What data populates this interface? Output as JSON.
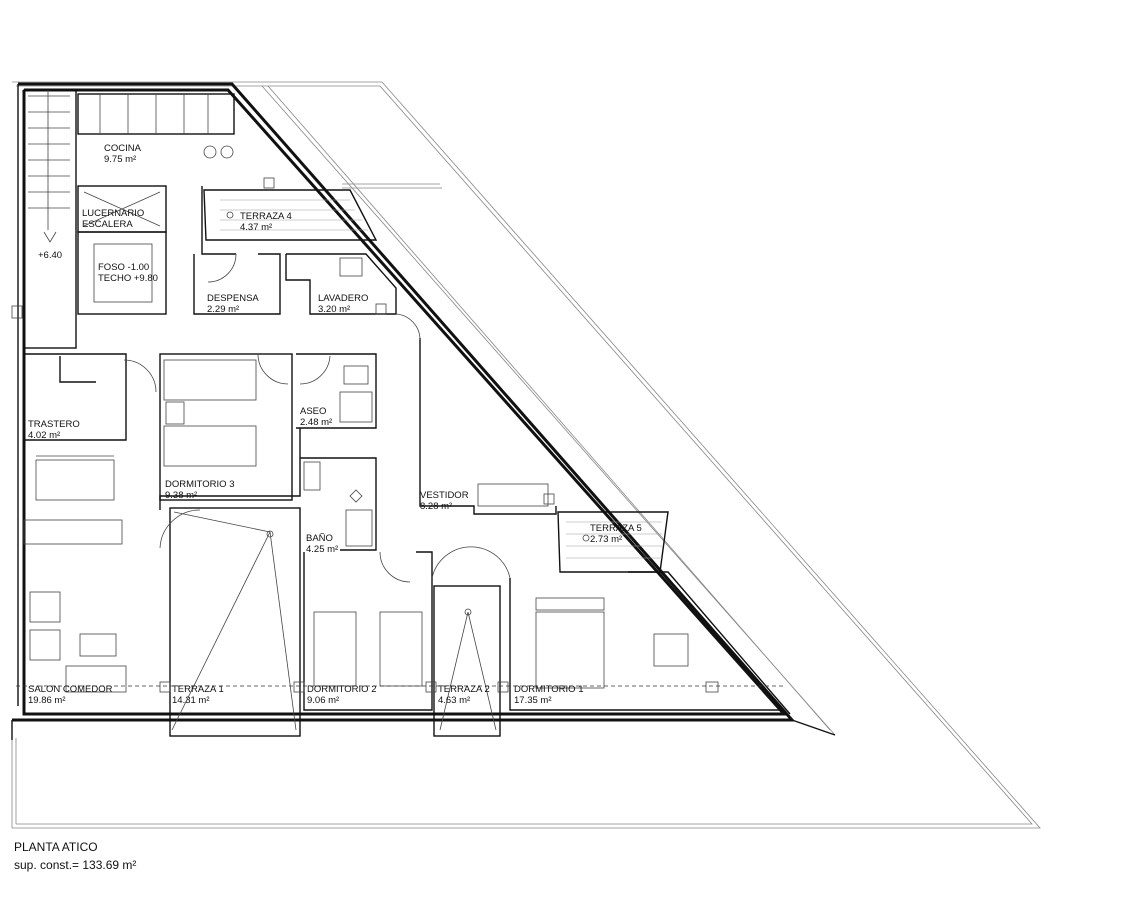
{
  "plan": {
    "title": "PLANTA ATICO",
    "subtitle": "sup. const.= 133.69 m²",
    "level_mark": "+6.40",
    "rooms": [
      {
        "key": "cocina",
        "name": "COCINA",
        "area": "9.75 m²"
      },
      {
        "key": "terraza4",
        "name": "TERRAZA 4",
        "area": "4.37 m²"
      },
      {
        "key": "lucernario",
        "name": "LUCERNARIO",
        "area": "ESCALERA"
      },
      {
        "key": "foso",
        "name": "FOSO -1.00",
        "area": "TECHO +9.80"
      },
      {
        "key": "despensa",
        "name": "DESPENSA",
        "area": "2.29 m²"
      },
      {
        "key": "lavadero",
        "name": "LAVADERO",
        "area": "3.20 m²"
      },
      {
        "key": "trastero",
        "name": "TRASTERO",
        "area": "4.02 m²"
      },
      {
        "key": "aseo",
        "name": "ASEO",
        "area": "2.48 m²"
      },
      {
        "key": "dormitorio3",
        "name": "DORMITORIO 3",
        "area": "9.38 m²"
      },
      {
        "key": "vestidor",
        "name": "VESTIDOR",
        "area": "8.28 m²"
      },
      {
        "key": "terraza5",
        "name": "TERRAZA 5",
        "area": "2.73 m²"
      },
      {
        "key": "bano",
        "name": "BAÑO",
        "area": "4.25 m²"
      },
      {
        "key": "salon",
        "name": "SALON COMEDOR",
        "area": "19.86 m²"
      },
      {
        "key": "terraza1",
        "name": "TERRAZA 1",
        "area": "14.31 m²"
      },
      {
        "key": "dormitorio2",
        "name": "DORMITORIO 2",
        "area": "9.06 m²"
      },
      {
        "key": "terraza2",
        "name": "TERRAZA 2",
        "area": "4.63 m²"
      },
      {
        "key": "dormitorio1",
        "name": "DORMITORIO 1",
        "area": "17.35 m²"
      }
    ]
  }
}
